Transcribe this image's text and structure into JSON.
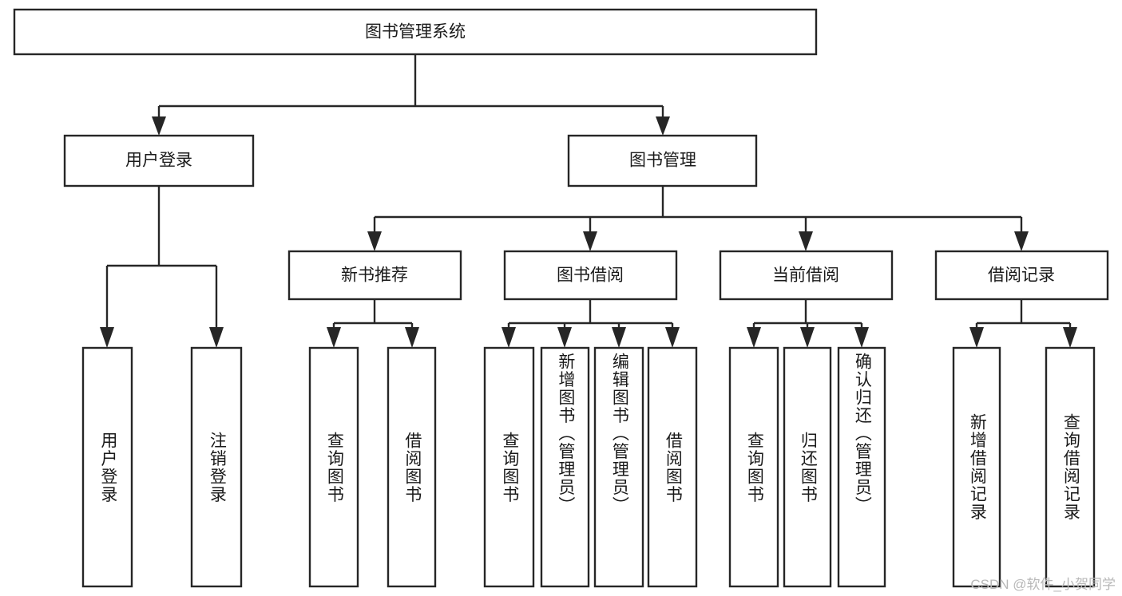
{
  "diagram": {
    "type": "tree-hierarchy-chart",
    "title": "图书管理系统",
    "orientation": "top-down",
    "colors": {
      "box_fill": "#ffffff",
      "box_stroke": "#262626",
      "text": "#1a1a1a",
      "background": "#ffffff",
      "watermark": "#b8b8b8"
    },
    "root": {
      "label": "图书管理系统",
      "level": 0
    },
    "level1": [
      {
        "id": "user-login",
        "label": "用户登录"
      },
      {
        "id": "book-management",
        "label": "图书管理"
      }
    ],
    "level2": [
      {
        "id": "new-book-recommend",
        "label": "新书推荐",
        "parent": "book-management"
      },
      {
        "id": "book-borrow",
        "label": "图书借阅",
        "parent": "book-management"
      },
      {
        "id": "current-borrow",
        "label": "当前借阅",
        "parent": "book-management"
      },
      {
        "id": "borrow-record",
        "label": "借阅记录",
        "parent": "book-management"
      }
    ],
    "leaves": {
      "user-login": [
        {
          "id": "leaf-user-login",
          "label": "用户登录"
        },
        {
          "id": "leaf-user-logout",
          "label": "注销登录"
        }
      ],
      "new-book-recommend": [
        {
          "id": "leaf-query-book-1",
          "label": "查询图书"
        },
        {
          "id": "leaf-borrow-book-1",
          "label": "借阅图书"
        }
      ],
      "book-borrow": [
        {
          "id": "leaf-query-book-2",
          "label": "查询图书"
        },
        {
          "id": "leaf-add-book",
          "label": "新增图书（管理员）"
        },
        {
          "id": "leaf-edit-book",
          "label": "编辑图书（管理员）"
        },
        {
          "id": "leaf-borrow-book-2",
          "label": "借阅图书"
        }
      ],
      "current-borrow": [
        {
          "id": "leaf-query-book-3",
          "label": "查询图书"
        },
        {
          "id": "leaf-return-book",
          "label": "归还图书"
        },
        {
          "id": "leaf-confirm-return",
          "label": "确认归还（管理员）"
        }
      ],
      "borrow-record": [
        {
          "id": "leaf-add-record",
          "label": "新增借阅记录"
        },
        {
          "id": "leaf-query-record",
          "label": "查询借阅记录"
        }
      ]
    }
  },
  "watermark": {
    "text": "CSDN @软件_小贺同学"
  }
}
